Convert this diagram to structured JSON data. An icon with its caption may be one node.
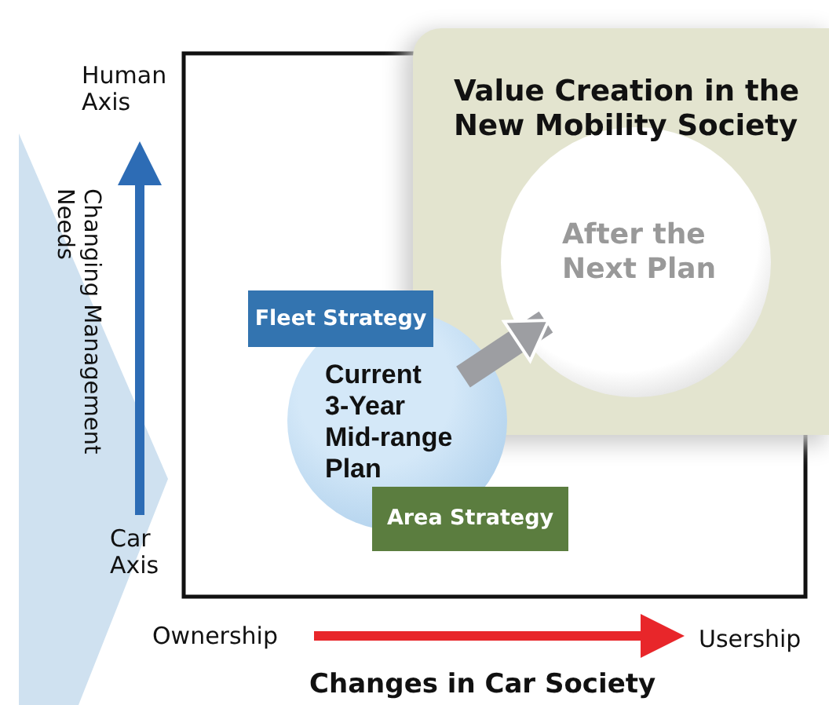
{
  "diagram": {
    "nodes": [
      {
        "text": [
          "Value Creation in the New Mobility Society"
        ]
      },
      {
        "text": [
          "After the Next Plan"
        ],
        "in": 0
      },
      {
        "text": [
          "Current 3-Year Mid-range Plan"
        ]
      },
      {
        "text": [
          "Fleet Strategy"
        ]
      },
      {
        "text": [
          "Area Strategy"
        ]
      }
    ],
    "edges": [
      {
        "from": 2,
        "to": 1,
        "arrow": "to"
      }
    ],
    "labels": [
      "Human Axis",
      "Changing Management Needs",
      "Car Axis",
      "Ownership",
      "Usership",
      "Changes in Car Society"
    ]
  }
}
